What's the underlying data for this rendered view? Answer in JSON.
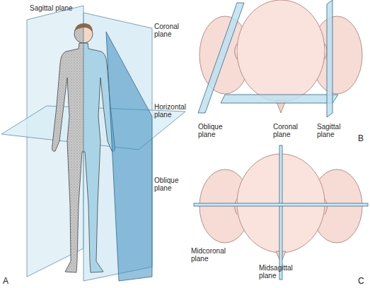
{
  "diagram": {
    "labels": [
      "Sagittal plane",
      "Coronal plane",
      "Horizontal plane",
      "Oblique plane",
      "A",
      "Oblique plane",
      "Coronal plane",
      "Sagittal plane",
      "B",
      "Midcoronal plane",
      "Midsagittal plane",
      "C"
    ]
  }
}
